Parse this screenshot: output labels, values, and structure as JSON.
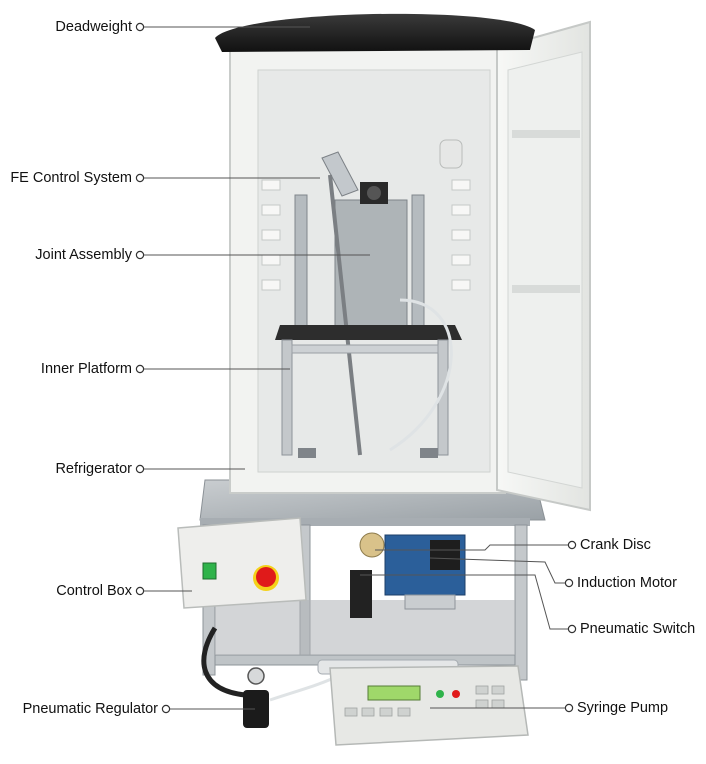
{
  "labels": {
    "deadweight": "Deadweight",
    "fe_control": "FE Control System",
    "joint_assembly": "Joint Assembly",
    "inner_platform": "Inner Platform",
    "refrigerator": "Refrigerator",
    "control_box": "Control Box",
    "pneumatic_regulator": "Pneumatic Regulator",
    "crank_disc": "Crank Disc",
    "induction_motor": "Induction Motor",
    "pneumatic_switch": "Pneumatic Switch",
    "syringe_pump": "Syringe Pump"
  },
  "colors": {
    "fridge_white": "#f2f3f1",
    "interior": "#e7e9e8",
    "steel": "#b9bfc3",
    "cushion": "#1b1b1b",
    "emergency_red": "#e01a1a",
    "emergency_yellow": "#f4d21a",
    "switch_green": "#2fb34a",
    "display_green": "#9fd86a",
    "motor_blue": "#2b5f9a"
  }
}
